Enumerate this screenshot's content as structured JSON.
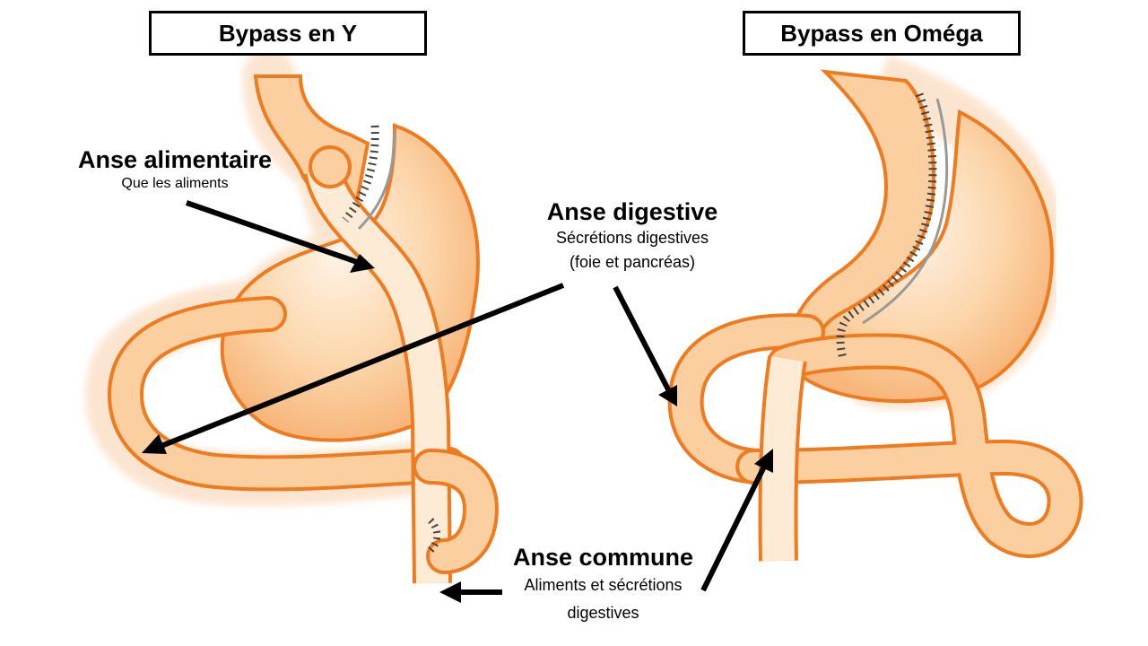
{
  "panels": {
    "y": {
      "title": "Bypass en Y"
    },
    "omega": {
      "title": "Bypass en Oméga"
    }
  },
  "labels": {
    "alimentaire": {
      "title": "Anse alimentaire",
      "desc": "Que les aliments"
    },
    "digestive": {
      "title": "Anse digestive",
      "line1": "Sécrétions digestives",
      "line2": "(foie et pancréas)"
    },
    "commune": {
      "title": "Anse commune",
      "line1": "Aliments et sécrétions",
      "line2": "digestives"
    }
  },
  "colors": {
    "organ_fill": "#fbcf9f",
    "organ_stroke": "#f07a1e",
    "staple": "#444444",
    "arrow": "#000000"
  }
}
